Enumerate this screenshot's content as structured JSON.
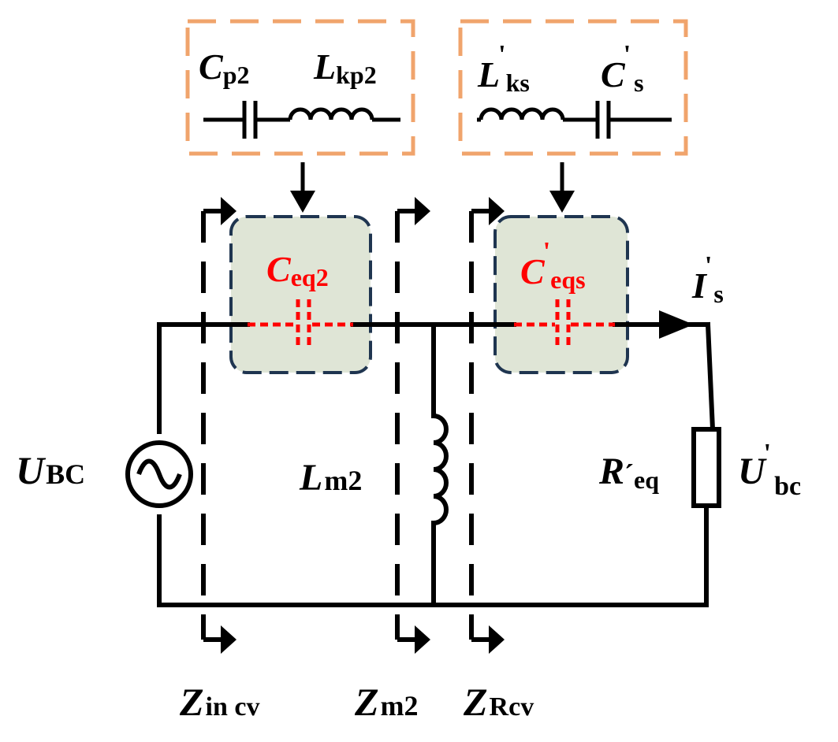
{
  "colors": {
    "wire": "#000000",
    "highlight": "#ff0000",
    "equivalent_box_fill": "#dfe5d6",
    "equivalent_box_stroke": "#1f3550",
    "component_box_stroke": "#f0a46c"
  },
  "labels": {
    "cp2_main": "C",
    "cp2_sub": "p2",
    "lkp2_main": "L",
    "lkp2_sub": "kp2",
    "lks_main": "L",
    "lks_prime": "'",
    "lks_sub": "ks",
    "cs_main": "C",
    "cs_prime": "'",
    "cs_sub": "s",
    "ceq2_main": "C",
    "ceq2_sub": "eq2",
    "ceqs_main": "C",
    "ceqs_prime": "'",
    "ceqs_sub": "eqs",
    "is_main": "I",
    "is_prime": "'",
    "is_sub": "s",
    "ubc_main": "U",
    "ubc_sub": "BC",
    "lm2_main": "L",
    "lm2_sub": "m2",
    "req_main": "R",
    "req_prime": "´",
    "req_sub": "eq",
    "ubc2_main": "U",
    "ubc2_prime": "'",
    "ubc2_sub": "bc",
    "zincv_main": "Z",
    "zincv_sub": "in cv",
    "zm2_main": "Z",
    "zm2_sub": "m2",
    "zrcv_main": "Z",
    "zrcv_sub": "Rcv"
  }
}
